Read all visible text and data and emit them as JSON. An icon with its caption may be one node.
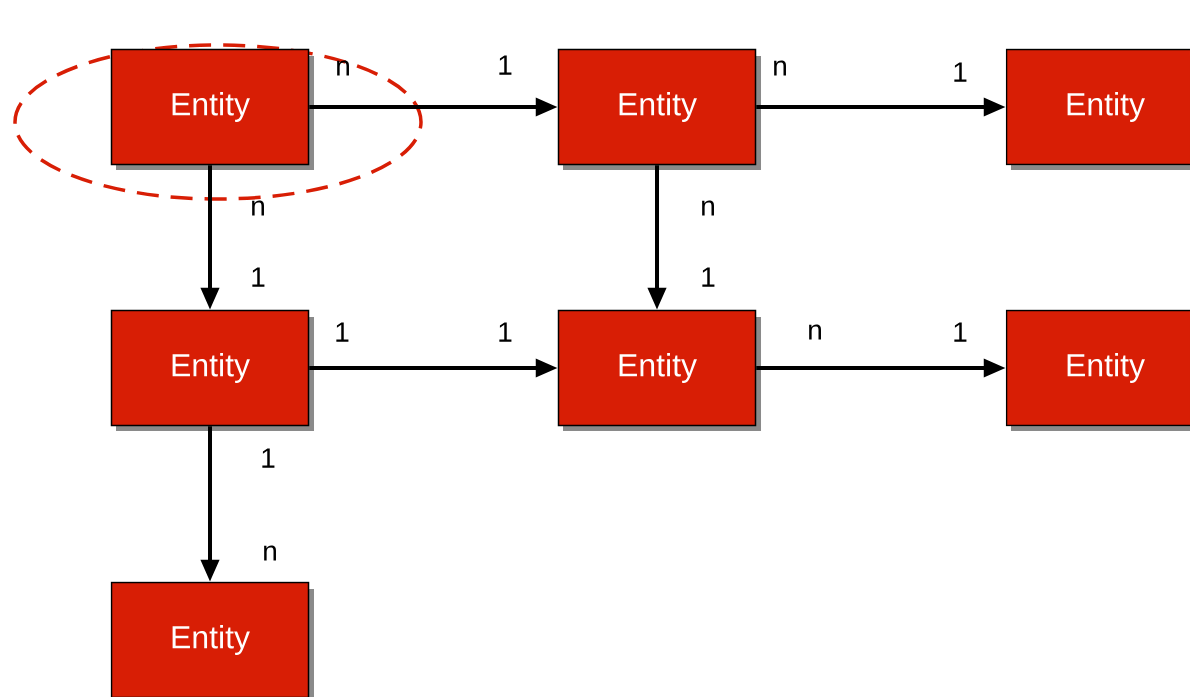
{
  "diagram": {
    "nodes": [
      {
        "text": [
          "Entity"
        ]
      },
      {
        "text": [
          "Entity"
        ]
      },
      {
        "text": [
          "Entity"
        ]
      },
      {
        "text": [
          "Entity"
        ]
      },
      {
        "text": [
          "Entity"
        ]
      },
      {
        "text": [
          "Entity"
        ]
      },
      {
        "text": [
          "Entity"
        ]
      }
    ],
    "edges": [
      {
        "from": 0,
        "to": 1,
        "arrow": "to"
      },
      {
        "from": 1,
        "to": 2,
        "arrow": "to"
      },
      {
        "from": 0,
        "to": 3,
        "arrow": "to"
      },
      {
        "from": 1,
        "to": 4,
        "arrow": "to"
      },
      {
        "from": 3,
        "to": 4,
        "arrow": "to"
      },
      {
        "from": 4,
        "to": 5,
        "arrow": "to"
      },
      {
        "from": 3,
        "to": 6,
        "arrow": "to"
      }
    ],
    "labels": [
      "n",
      "1",
      "n",
      "1",
      "n",
      "n",
      "1",
      "1",
      "1",
      "1",
      "n",
      "1",
      "1",
      "n"
    ]
  }
}
